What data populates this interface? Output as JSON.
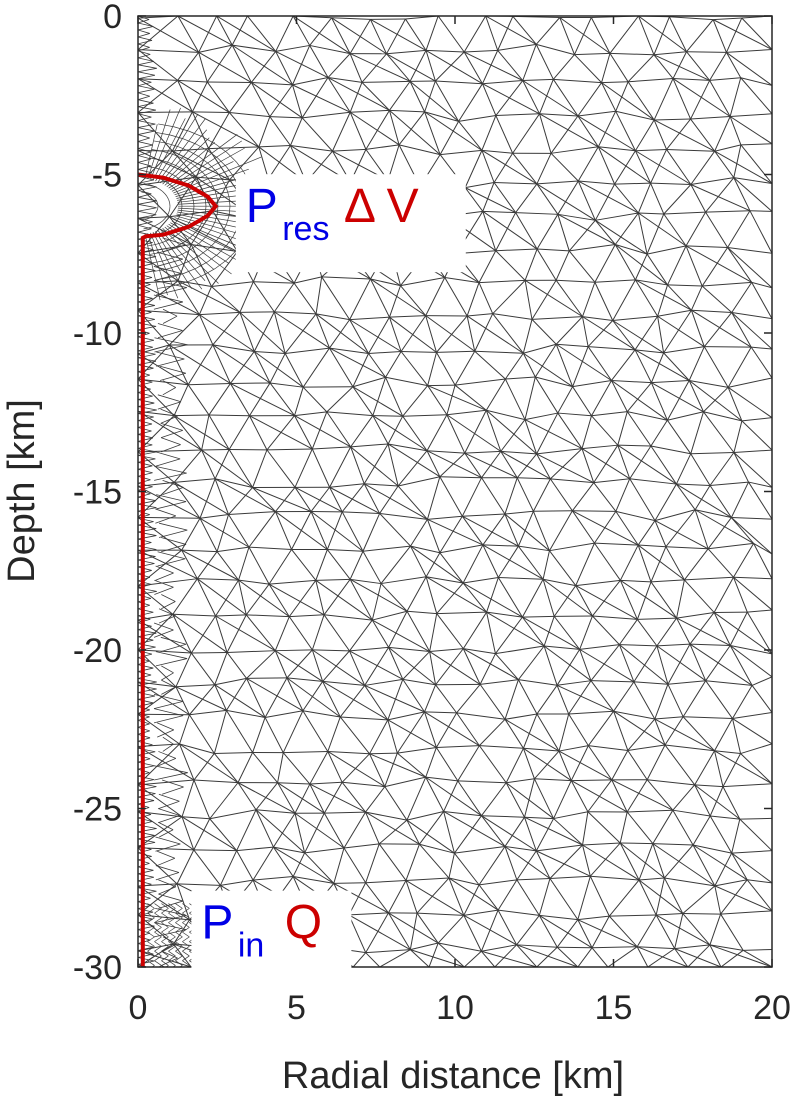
{
  "chart_data": {
    "type": "mesh",
    "xlabel": "Radial distance [km]",
    "ylabel": "Depth [km]",
    "xlim": [
      0,
      20
    ],
    "ylim": [
      -30,
      0
    ],
    "xticks": [
      0,
      5,
      10,
      15,
      20
    ],
    "yticks": [
      0,
      -5,
      -10,
      -15,
      -20,
      -25,
      -30
    ],
    "xtick_labels": [
      "0",
      "5",
      "10",
      "15",
      "20"
    ],
    "ytick_labels": [
      "0",
      "-5",
      "-10",
      "-15",
      "-20",
      "-25",
      "-30"
    ],
    "grid": false,
    "reservoir_boundary": {
      "color": "#cc0000",
      "points": [
        [
          0,
          -5.0
        ],
        [
          0.8,
          -5.1
        ],
        [
          1.6,
          -5.35
        ],
        [
          2.2,
          -5.7
        ],
        [
          2.45,
          -6.0
        ],
        [
          2.2,
          -6.3
        ],
        [
          1.6,
          -6.65
        ],
        [
          0.8,
          -6.9
        ],
        [
          0.25,
          -6.95
        ],
        [
          0.15,
          -7.0
        ],
        [
          0.15,
          -30.0
        ]
      ]
    },
    "mesh_color": "#3a3a3a",
    "annotations": [
      {
        "id": "pres",
        "main": "P",
        "sub": "res",
        "main_color": "#0000e6",
        "extra": "Δ V",
        "extra_color": "#cc0000",
        "x": 3.4,
        "y": -6.0
      },
      {
        "id": "pin",
        "main": "P",
        "sub": "in",
        "main_color": "#0000e6",
        "extra": "Q",
        "extra_color": "#cc0000",
        "x": 2.0,
        "y": -28.6
      }
    ]
  }
}
